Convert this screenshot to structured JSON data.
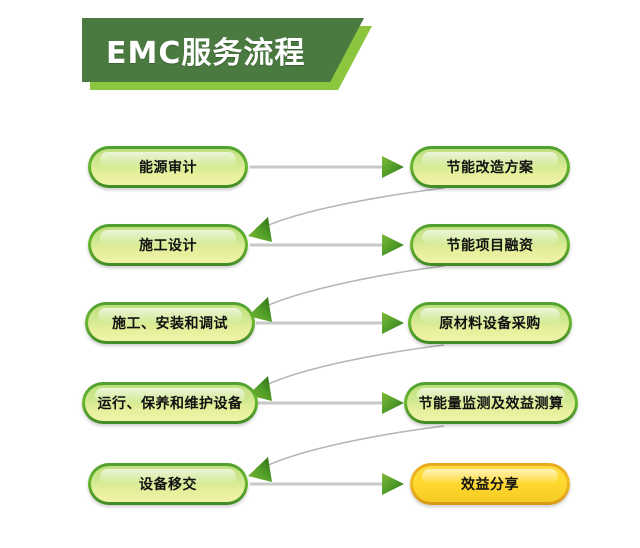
{
  "banner": {
    "title": "EMC服务流程",
    "fill_color": "#4a7a3f",
    "shadow_color": "#8cc63f",
    "text_color": "#ffffff"
  },
  "flow": {
    "left_column": [
      {
        "label": "能源审计",
        "style": "green"
      },
      {
        "label": "施工设计",
        "style": "green"
      },
      {
        "label": "施工、安装和调试",
        "style": "green"
      },
      {
        "label": "运行、保养和维护设备",
        "style": "green"
      },
      {
        "label": "设备移交",
        "style": "green"
      }
    ],
    "right_column": [
      {
        "label": "节能改造方案",
        "style": "green"
      },
      {
        "label": "节能项目融资",
        "style": "green"
      },
      {
        "label": "原材料设备采购",
        "style": "green"
      },
      {
        "label": "节能量监测及效益测算",
        "style": "green"
      },
      {
        "label": "效益分享",
        "style": "gold"
      }
    ],
    "forward_arrows": 5,
    "return_arrows": 4,
    "colors": {
      "node_green_rim": "#4e9f2f",
      "node_green_fill": "#cfe88f",
      "node_gold_rim": "#e8a81b",
      "node_gold_fill": "#ffd82f",
      "connector_line": "#c9c9c9",
      "arrow_head": "#4f9a2a",
      "text": "#111111"
    }
  }
}
